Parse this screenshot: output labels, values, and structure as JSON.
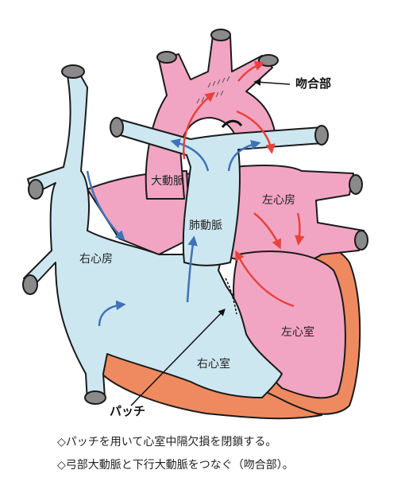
{
  "labels": {
    "aorta": "大動脈",
    "pulmonary_artery": "肺動脈",
    "right_atrium": "右心房",
    "left_atrium": "左心房",
    "right_ventricle": "右心室",
    "left_ventricle": "左心室",
    "anastomosis": "吻合部",
    "patch": "パッチ"
  },
  "captions": [
    "◇パッチを用いて心室中隔欠損を閉鎖する。",
    "◇弓部大動脈と下行大動脈をつなぐ（吻合部）。"
  ],
  "colors": {
    "venous_blue": "#cde7f1",
    "arterial_pink": "#f2a5c2",
    "muscle_orange": "#ef8a60",
    "vessel_stump": "#8a8a8a",
    "arrow_blue": "#3f73b6",
    "arrow_red": "#e8423d",
    "outline": "#1a1a1a"
  }
}
